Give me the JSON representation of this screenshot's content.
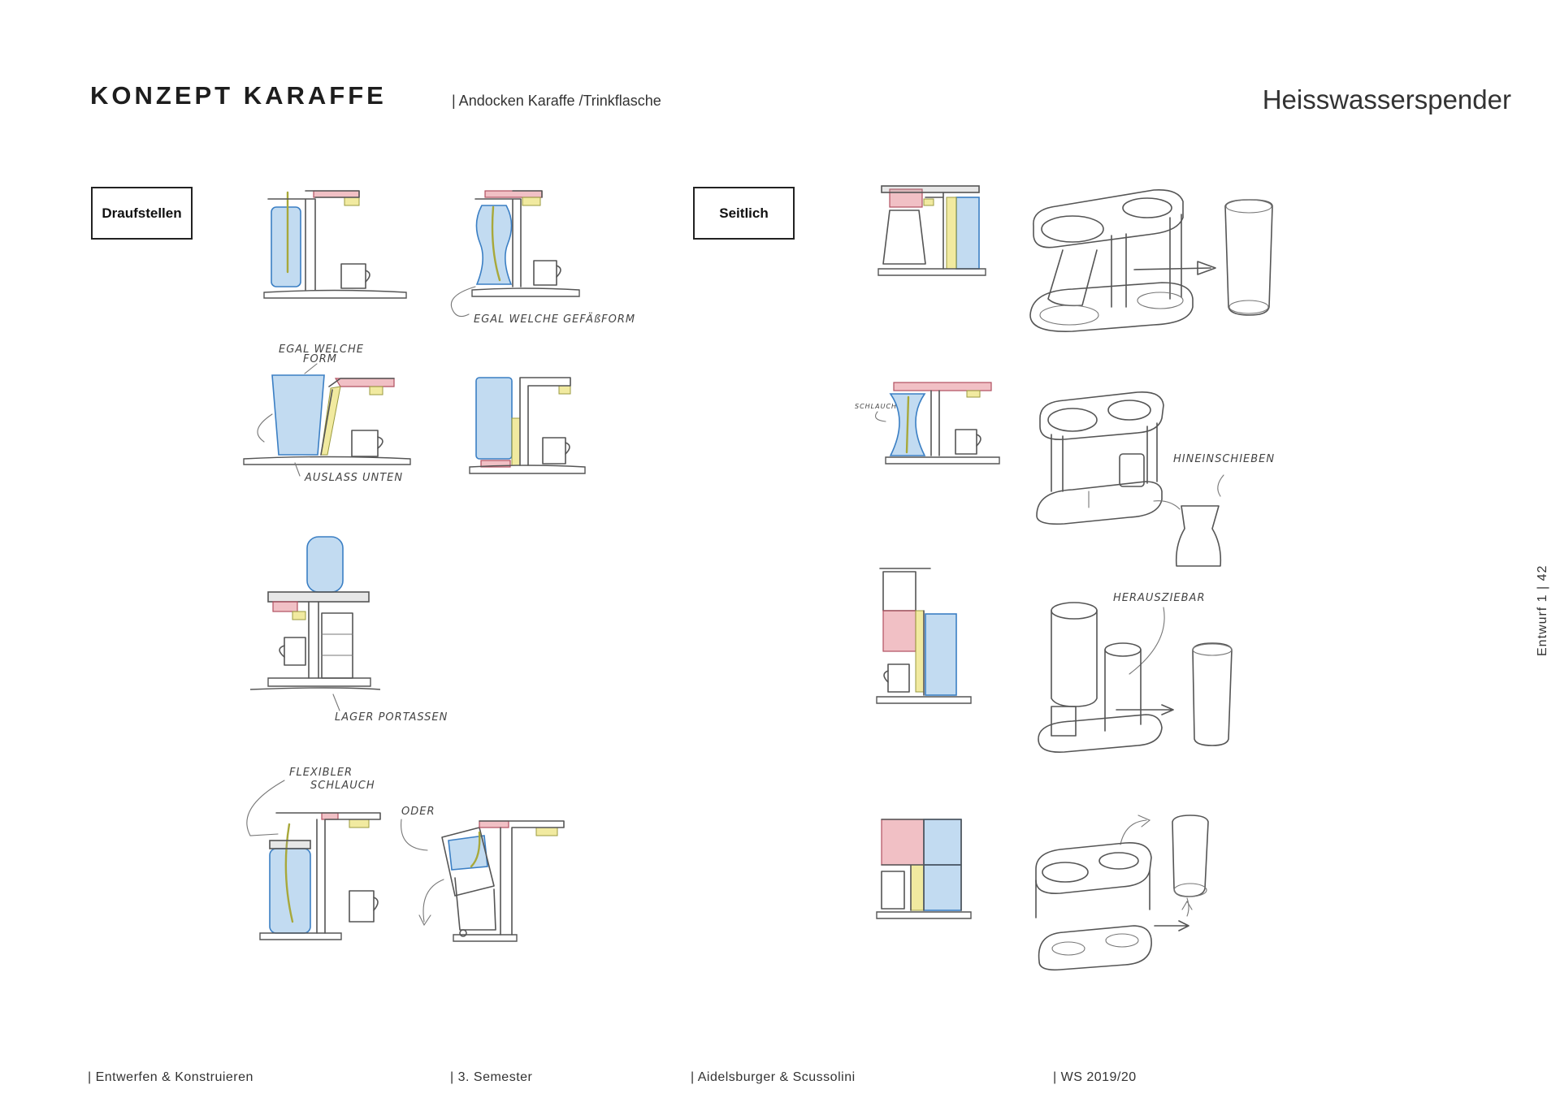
{
  "header": {
    "title": "KONZEPT KARAFFE",
    "subtitle": "| Andocken Karaffe /Trinkflasche",
    "project": "Heisswasserspender"
  },
  "labels": {
    "left": "Draufstellen",
    "right": "Seitlich"
  },
  "side_note": "Entwurf 1   |   42",
  "sketch_notes": {
    "egal_gefaess": "EGAL WELCHE GEFÄßFORM",
    "egal_form_1": "EGAL WELCHE",
    "egal_form_2": "FORM",
    "auslass": "AUSLASS UNTEN",
    "lager": "LAGER PORTASSEN",
    "flex_1": "FLEXIBLER",
    "flex_2": "SCHLAUCH",
    "oder": "ODER",
    "schlauch": "SCHLAUCH",
    "hineinschieben": "HINEINSCHIEBEN",
    "herausziehbar": "HERAUSZIEBAR"
  },
  "footer": {
    "course": "|   Entwerfen & Konstruieren",
    "semester": "|   3. Semester",
    "authors": "|   Aidelsburger &  Scussolini",
    "term": "|   WS 2019/20"
  },
  "colors": {
    "sketch_blue": "#3b7fc4",
    "sketch_pink": "#b05060",
    "sketch_yellow": "#e8e078"
  }
}
